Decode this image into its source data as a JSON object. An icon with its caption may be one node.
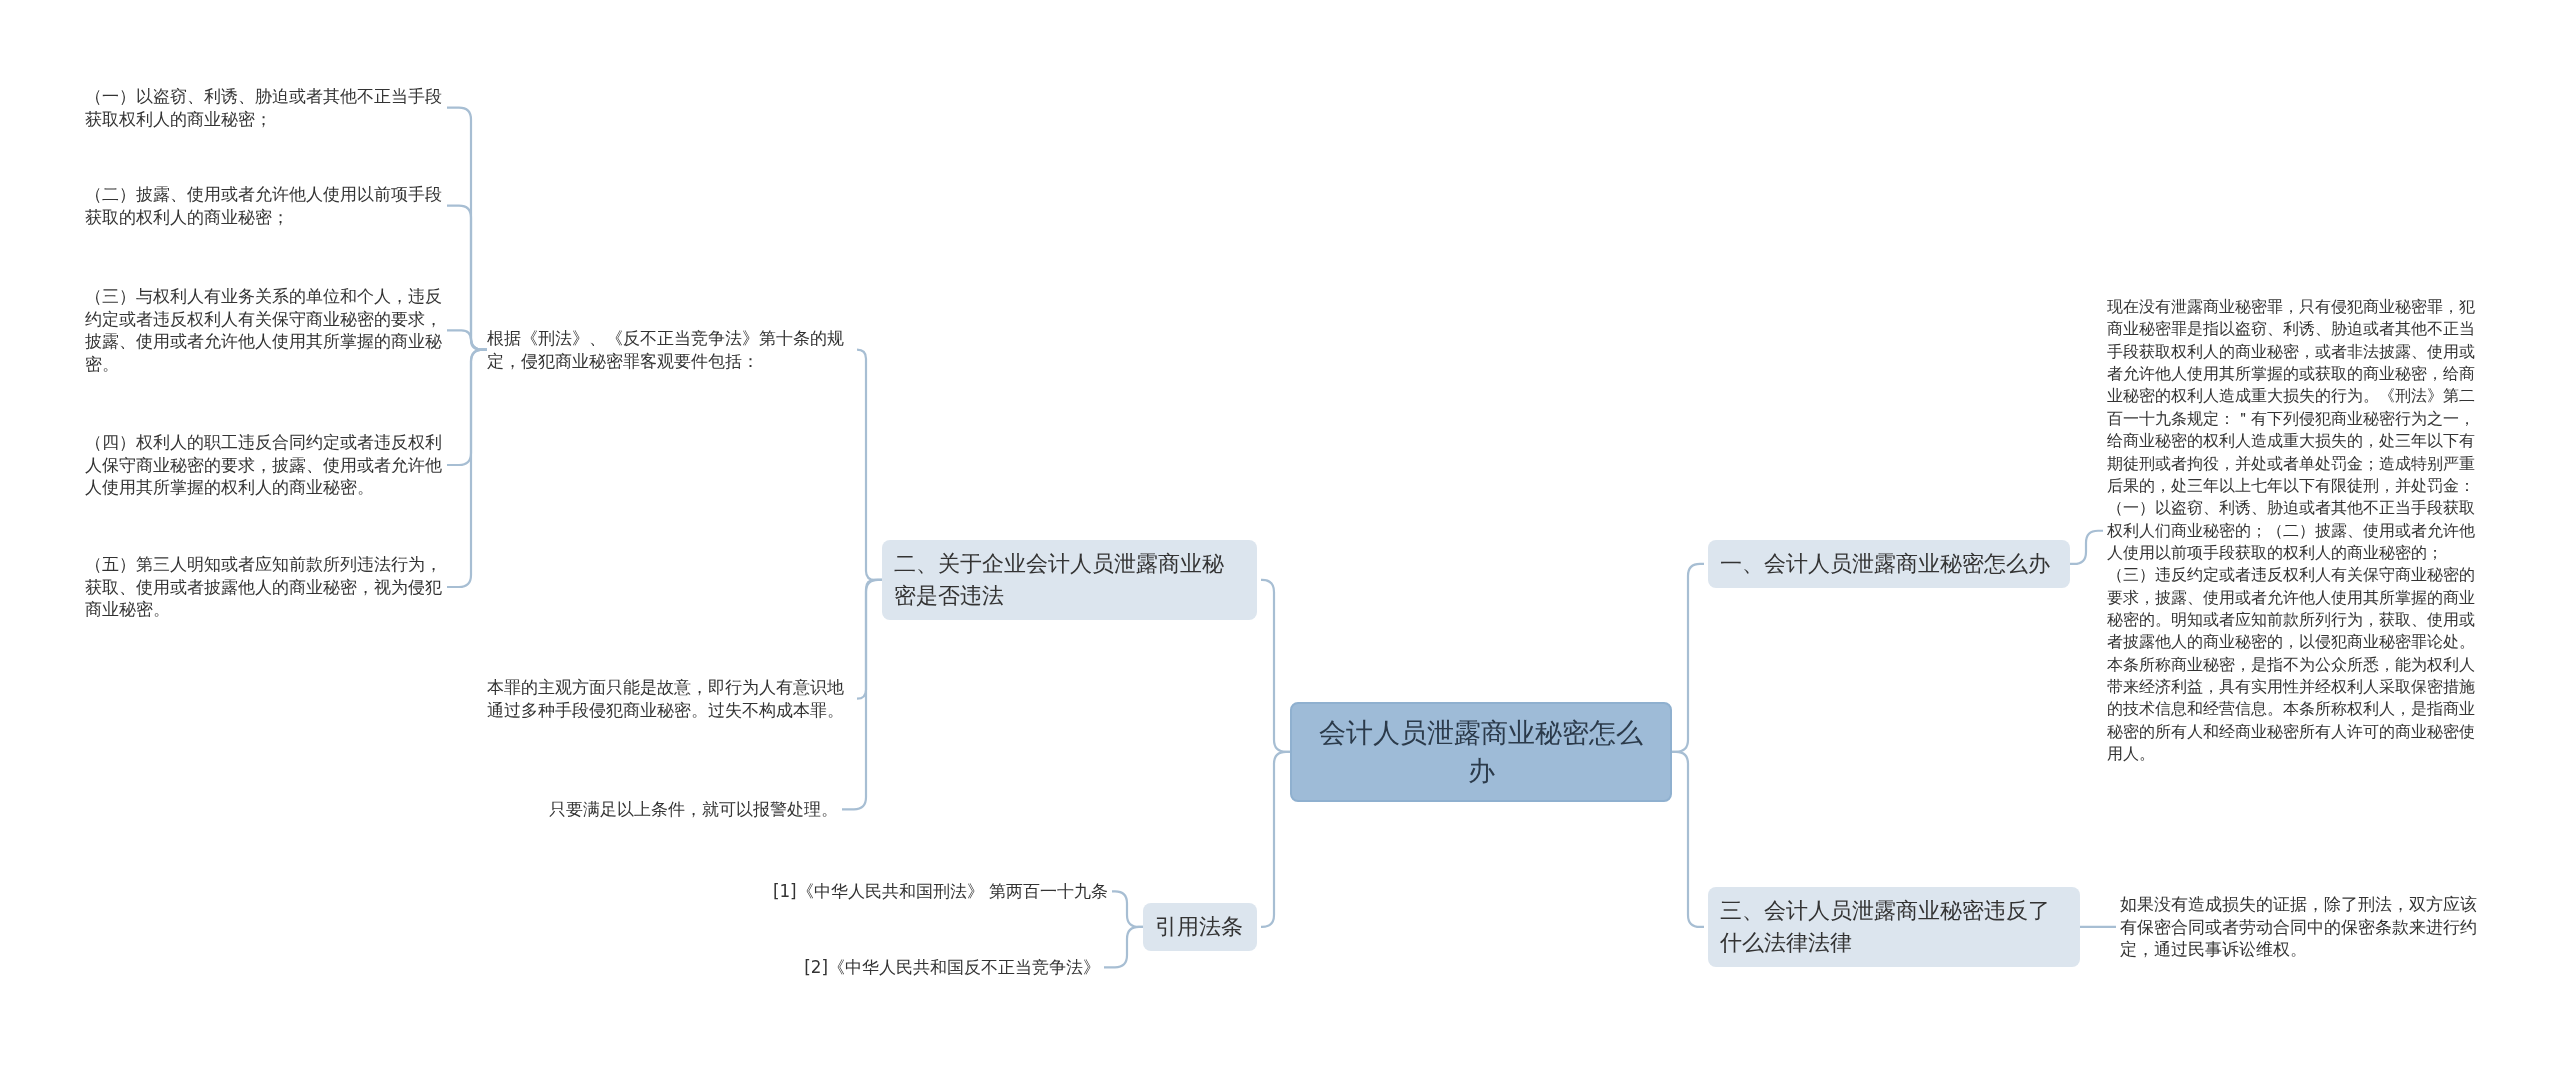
{
  "diagram": {
    "nodes": [
      {
        "text": [
          "会计人员泄露商业秘密怎么办"
        ]
      },
      {
        "text": [
          "二、关于企业会计人员泄露商业秘密是否违法"
        ]
      },
      {
        "text": [
          "根据《刑法》、《反不正当竞争法》第十条的规定，侵犯商业秘密罪客观要件包括："
        ]
      },
      {
        "text": [
          "（一）以盗窃、利诱、胁迫或者其他不正当手段获取权利人的商业秘密；"
        ]
      },
      {
        "text": [
          "（二）披露、使用或者允许他人使用以前项手段获取的权利人的商业秘密；"
        ]
      },
      {
        "text": [
          "（三）与权利人有业务关系的单位和个人，违反约定或者违反权利人有关保守商业秘密的要求，披露、使用或者允许他人使用其所掌握的商业秘密。"
        ]
      },
      {
        "text": [
          "（四）权利人的职工违反合同约定或者违反权利人保守商业秘密的要求，披露、使用或者允许他人使用其所掌握的权利人的商业秘密。"
        ]
      },
      {
        "text": [
          "（五）第三人明知或者应知前款所列违法行为，获取、使用或者披露他人的商业秘密，视为侵犯商业秘密。"
        ]
      },
      {
        "text": [
          "本罪的主观方面只能是故意，即行为人有意识地通过多种手段侵犯商业秘密。过失不构成本罪。"
        ]
      },
      {
        "text": [
          "只要满足以上条件，就可以报警处理。"
        ]
      },
      {
        "text": [
          "引用法条"
        ]
      },
      {
        "text": [
          "[1]《中华人民共和国刑法》 第两百一十九条"
        ]
      },
      {
        "text": [
          "[2]《中华人民共和国反不正当竞争法》"
        ]
      },
      {
        "text": [
          "一、会计人员泄露商业秘密怎么办"
        ]
      },
      {
        "text": [
          "现在没有泄露商业秘密罪，只有侵犯商业秘密罪，犯商业秘密罪是指以盗窃、利诱、胁迫或者其他不正当手段获取权利人的商业秘密，或者非法披露、使用或者允许他人使用其所掌握的或获取的商业秘密，给商业秘密的权利人造成重大损失的行为。《刑法》第二百一十九条规定：＂有下列侵犯商业秘密行为之一，给商业秘密的权利人造成重大损失的，处三年以下有期徒刑或者拘役，并处或者单处罚金；造成特别严重后果的，处三年以上七年以下有限徒刑，并处罚金：（一）以盗窃、利诱、胁迫或者其他不正当手段获取权利人们商业秘密的；（二）披露、使用或者允许他人使用以前项手段获取的权利人的商业秘密的；（三）违反约定或者违反权利人有关保守商业秘密的要求，披露、使用或者允许他人使用其所掌握的商业秘密的。明知或者应知前款所列行为，获取、使用或者披露他人的商业秘密的，以侵犯商业秘密罪论处。本条所称商业秘密，是指不为公众所悉，能为权利人带来经济利益，具有实用性并经权利人采取保密措施的技术信息和经营信息。本条所称权利人，是指商业秘密的所有人和经商业秘密所有人许可的商业秘密使用人。"
        ]
      },
      {
        "text": [
          "三、会计人员泄露商业秘密违反了什么法律法律"
        ]
      },
      {
        "text": [
          "如果没有造成损失的证据，除了刑法，双方应该有保密合同或者劳动合同中的保密条款来进行约定，通过民事诉讼维权。"
        ]
      }
    ],
    "edges": [
      {
        "from": 0,
        "to": 1,
        "arrow": "none"
      },
      {
        "from": 1,
        "to": 2,
        "arrow": "none"
      },
      {
        "from": 2,
        "to": 3,
        "arrow": "none"
      },
      {
        "from": 2,
        "to": 4,
        "arrow": "none"
      },
      {
        "from": 2,
        "to": 5,
        "arrow": "none"
      },
      {
        "from": 2,
        "to": 6,
        "arrow": "none"
      },
      {
        "from": 2,
        "to": 7,
        "arrow": "none"
      },
      {
        "from": 1,
        "to": 8,
        "arrow": "none"
      },
      {
        "from": 1,
        "to": 9,
        "arrow": "none"
      },
      {
        "from": 0,
        "to": 10,
        "arrow": "none"
      },
      {
        "from": 10,
        "to": 11,
        "arrow": "none"
      },
      {
        "from": 10,
        "to": 12,
        "arrow": "none"
      },
      {
        "from": 0,
        "to": 13,
        "arrow": "none"
      },
      {
        "from": 13,
        "to": 14,
        "arrow": "none"
      },
      {
        "from": 0,
        "to": 15,
        "arrow": "none"
      },
      {
        "from": 15,
        "to": 16,
        "arrow": "none"
      }
    ]
  }
}
